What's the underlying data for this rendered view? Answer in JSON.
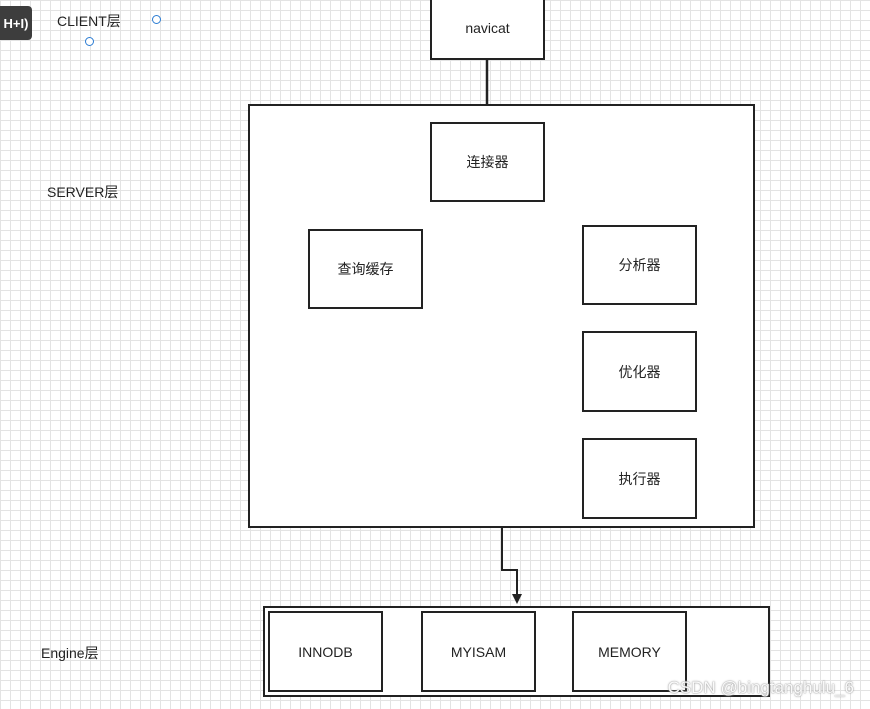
{
  "tooltip": {
    "text": "H+I)"
  },
  "layers": {
    "client": "CLIENT层",
    "server": "SERVER层",
    "engine": "Engine层"
  },
  "nodes": {
    "navicat": "navicat",
    "connector": "连接器",
    "query_cache": "查询缓存",
    "analyzer": "分析器",
    "optimizer": "优化器",
    "executor": "执行器"
  },
  "engines": {
    "innodb": "INNODB",
    "myisam": "MYISAM",
    "memory": "MEMORY"
  },
  "watermark": "CSDN @bingtanghulu_6",
  "colors": {
    "stroke": "#222222",
    "grid": "#e3e3e3",
    "handle": "#2b7cd3"
  }
}
